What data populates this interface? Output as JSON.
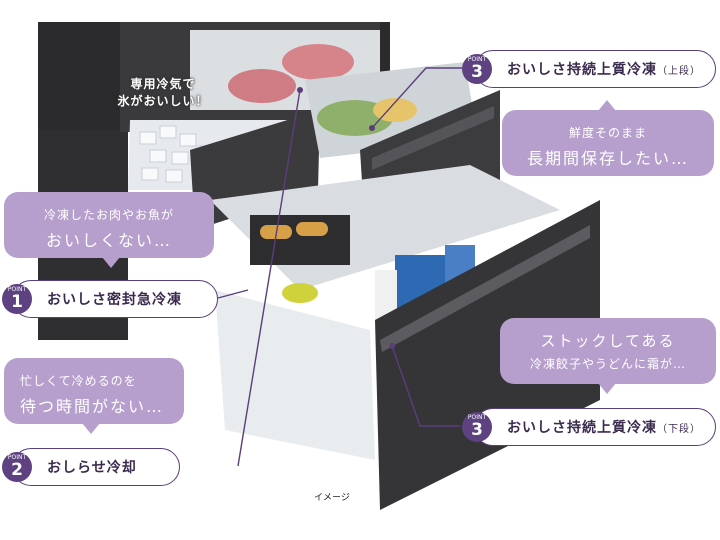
{
  "theme": {
    "accent": "#b69fcd",
    "badge": "#5d4180",
    "outline": "#5a3e7a",
    "line": "#5a3e7a"
  },
  "ice_label": {
    "line1": "専用冷気で",
    "line2": "氷がおいしい！"
  },
  "callouts": {
    "fresh": {
      "line1": "鮮度そのまま",
      "line2": "長期間保存したい…"
    },
    "meat": {
      "line1": "冷凍したお肉やお魚が",
      "line2": "おいしくない…"
    },
    "busy": {
      "line1": "忙しくて冷めるのを",
      "line2": "待つ時間がない…"
    },
    "stock": {
      "line1": "ストックしてある",
      "line2": "冷凍餃子やうどんに霜が…"
    }
  },
  "features": [
    {
      "badge_top": "POINT",
      "number": "3",
      "label": "おいしさ持続上質冷凍",
      "suffix": "（上段）"
    },
    {
      "badge_top": "POINT",
      "number": "1",
      "label": "おいしさ密封急冷凍",
      "suffix": ""
    },
    {
      "badge_top": "POINT",
      "number": "2",
      "label": "おしらせ冷却",
      "suffix": ""
    },
    {
      "badge_top": "POINT",
      "number": "3",
      "label": "おいしさ持続上質冷凍",
      "suffix": "（下段）"
    }
  ],
  "caption": "イメージ"
}
